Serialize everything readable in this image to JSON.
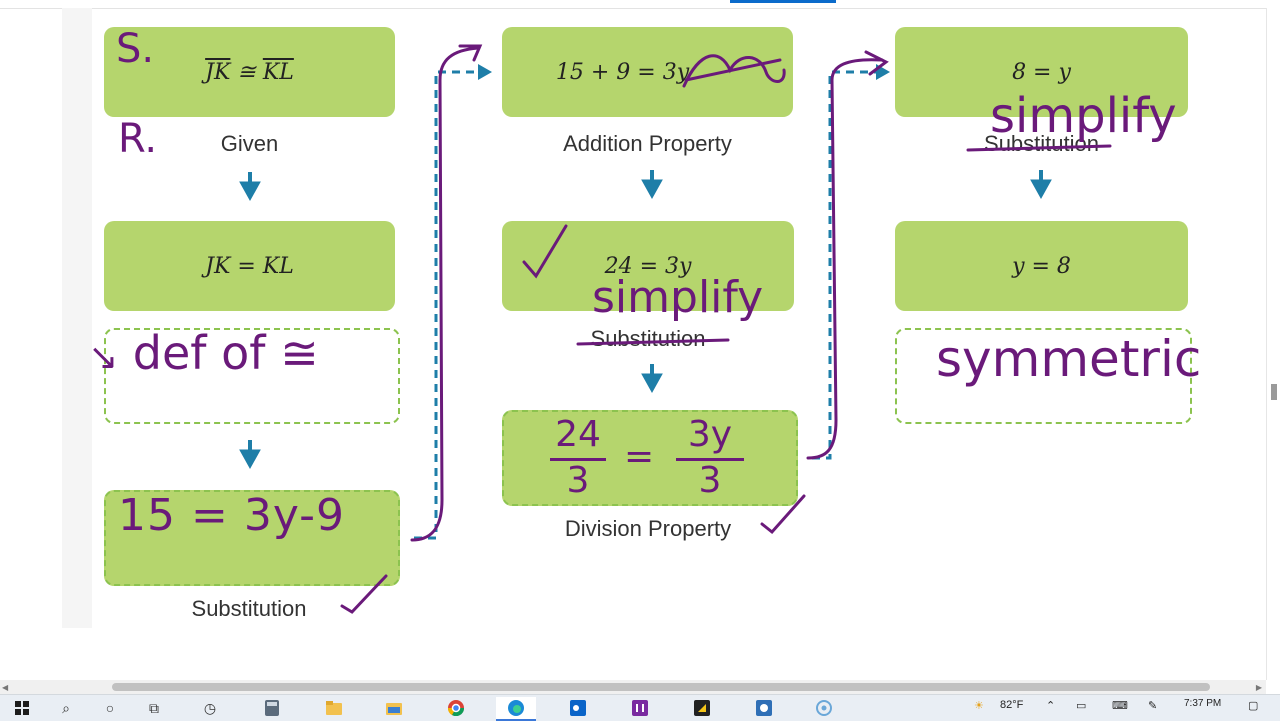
{
  "flow": {
    "col1": {
      "box1": "JK ≅ KL",
      "box1_left": "JK",
      "box1_sym": "≅",
      "box1_right": "KL",
      "cap1": "Given",
      "box2": "JK = KL",
      "cap3": "Substitution"
    },
    "col2": {
      "box1": "15 + 9 = 3y",
      "cap1": "Addition Property",
      "box2": "24 = 3y",
      "cap2": "Substitution",
      "cap3": "Division Property"
    },
    "col3": {
      "box1": "8 = y",
      "cap1": "Substitution",
      "box2": "y = 8"
    }
  },
  "handwriting": {
    "s_label": "S.",
    "r_label": "R.",
    "def_congruence": "def of ≅",
    "equation": "15 = 3y-9",
    "simplify_1": "simplify",
    "simplify_2": "simplify",
    "division_num": "24",
    "division_num2": "3y",
    "division_den": "3",
    "division_den2": "3",
    "symmetric": "symmetric",
    "checkmark": "✓"
  },
  "taskbar": {
    "temperature": "82°F",
    "time": "7:37 PM"
  },
  "colors": {
    "box_green": "#b5d56d",
    "dash_green": "#8cc34f",
    "arrow_teal": "#1e7ea8",
    "ink_purple": "#6a1a7a"
  },
  "icons": [
    "windows-start-icon",
    "search-icon",
    "cortana-icon",
    "task-view-icon",
    "clock-icon",
    "calculator-icon",
    "file-explorer-icon",
    "folder-icon",
    "chrome-icon",
    "edge-icon",
    "outlook-icon",
    "onenote-icon",
    "app-icon",
    "app-icon-2",
    "app-icon-3",
    "weather-icon",
    "chevron-up-icon",
    "battery-icon",
    "keyboard-icon",
    "pen-icon",
    "notifications-icon"
  ]
}
